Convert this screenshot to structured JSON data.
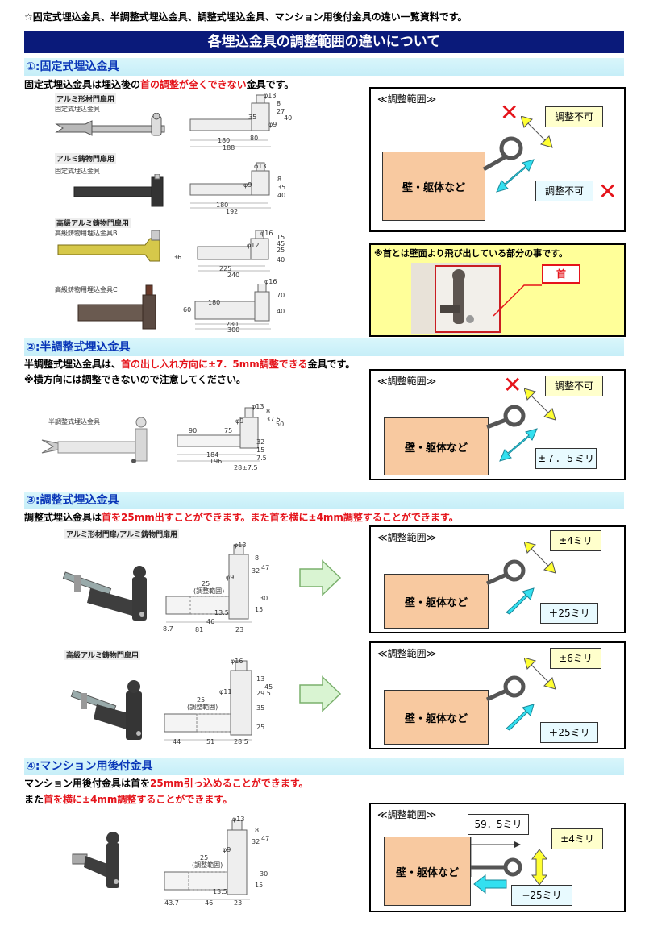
{
  "header": {
    "note": "☆固定式埋込金具、半調整式埋込金具、調整式埋込金具、マンション用後付金具の違い一覧資料です。",
    "banner": "各埋込金具の調整範囲の違いについて"
  },
  "sections": [
    {
      "heading": "①:固定式埋込金具",
      "desc_pre": "固定式埋込金具は埋込後の",
      "desc_red": "首の調整が全くできない",
      "desc_post": "金具です。",
      "products": [
        {
          "category": "アルミ形材門扉用",
          "name": "固定式埋込金具",
          "dims": [
            "φ13",
            "35",
            "φ9",
            "180",
            "188",
            "80",
            "40",
            "27",
            "8"
          ]
        },
        {
          "category": "アルミ鋳物門扉用",
          "name": "固定式埋込金具",
          "dims": [
            "φ13",
            "φ9",
            "180",
            "192",
            "35",
            "8",
            "40"
          ]
        },
        {
          "category": "高級アルミ鋳物門扉用",
          "name": "高級鋳物用埋込金具B",
          "dims": [
            "φ16",
            "φ12",
            "36",
            "225",
            "240",
            "45",
            "25",
            "40",
            "15"
          ]
        },
        {
          "category": "",
          "name": "高級鋳物用埋込金具C",
          "dims": [
            "φ16",
            "180",
            "60",
            "280",
            "300",
            "70",
            "40"
          ]
        }
      ],
      "panel": {
        "title": "≪調整範囲≫",
        "wall": "壁・躯体など",
        "label_top": "調整不可",
        "label_bottom": "調整不可"
      },
      "neck_note": {
        "title": "※首とは壁面より飛び出している部分の事です。",
        "tag": "首"
      }
    },
    {
      "heading": "②:半調整式埋込金具",
      "desc_pre": "半調整式埋込金具は、",
      "desc_red": "首の出し入れ方向に±7．5mm調整できる",
      "desc_post": "金具です。",
      "desc2": "※横方向には調整できないので注意してください。",
      "products": [
        {
          "name": "半調整式埋込金具",
          "dims": [
            "φ13",
            "φ9",
            "90",
            "75",
            "184",
            "196",
            "28±7.5",
            "32",
            "15",
            "37.5",
            "50",
            "7.5",
            "8"
          ]
        }
      ],
      "panel": {
        "title": "≪調整範囲≫",
        "wall": "壁・躯体など",
        "label_top": "調整不可",
        "label_bottom": "±７．５ミリ"
      }
    },
    {
      "heading": "③:調整式埋込金具",
      "desc_pre": "調整式埋込金具は",
      "desc_red": "首を25mm出すことができます。また首を横に±4mm調整することができます。",
      "products": [
        {
          "category": "アルミ形材門扉/アルミ鋳物門扉用",
          "dims": [
            "φ13",
            "φ9",
            "25",
            "(調整範囲)",
            "13.5",
            "46",
            "81",
            "23",
            "8.7",
            "32",
            "47",
            "8",
            "15",
            "30"
          ]
        },
        {
          "category": "高級アルミ鋳物門扉用",
          "dims": [
            "φ16",
            "φ11",
            "25",
            "(調整範囲)",
            "44",
            "51",
            "28.5",
            "13",
            "29.5",
            "45",
            "35",
            "25"
          ]
        }
      ],
      "panels": [
        {
          "title": "≪調整範囲≫",
          "wall": "壁・躯体など",
          "label_top": "±4ミリ",
          "label_bottom": "＋25ミリ"
        },
        {
          "title": "≪調整範囲≫",
          "wall": "壁・躯体など",
          "label_top": "±6ミリ",
          "label_bottom": "＋25ミリ"
        }
      ]
    },
    {
      "heading": "④:マンション用後付金具",
      "desc_pre": "マンション用後付金具は首を",
      "desc_red": "25mm引っ込めることができます。",
      "desc2_pre": "また",
      "desc2_red": "首を横に±4mm調整することができます。",
      "products": [
        {
          "dims": [
            "φ13",
            "φ9",
            "25",
            "(調整範囲)",
            "13.5",
            "43.7",
            "46",
            "23",
            "32",
            "47",
            "8",
            "15",
            "30"
          ]
        }
      ],
      "panel": {
        "title": "≪調整範囲≫",
        "wall": "壁・躯体など",
        "label_top": "±4ミリ",
        "label_bottom": "−25ミリ",
        "label_distance": "59．5ミリ"
      }
    }
  ],
  "colors": {
    "banner": "#0a1a7a",
    "heading_text": "#0a37b8",
    "heading_bg": "#c6eef8",
    "accent_red": "#e5141b",
    "wall": "#f8c9a0",
    "arrow_yellow": "#ffff33",
    "arrow_cyan": "#33e0f0"
  }
}
